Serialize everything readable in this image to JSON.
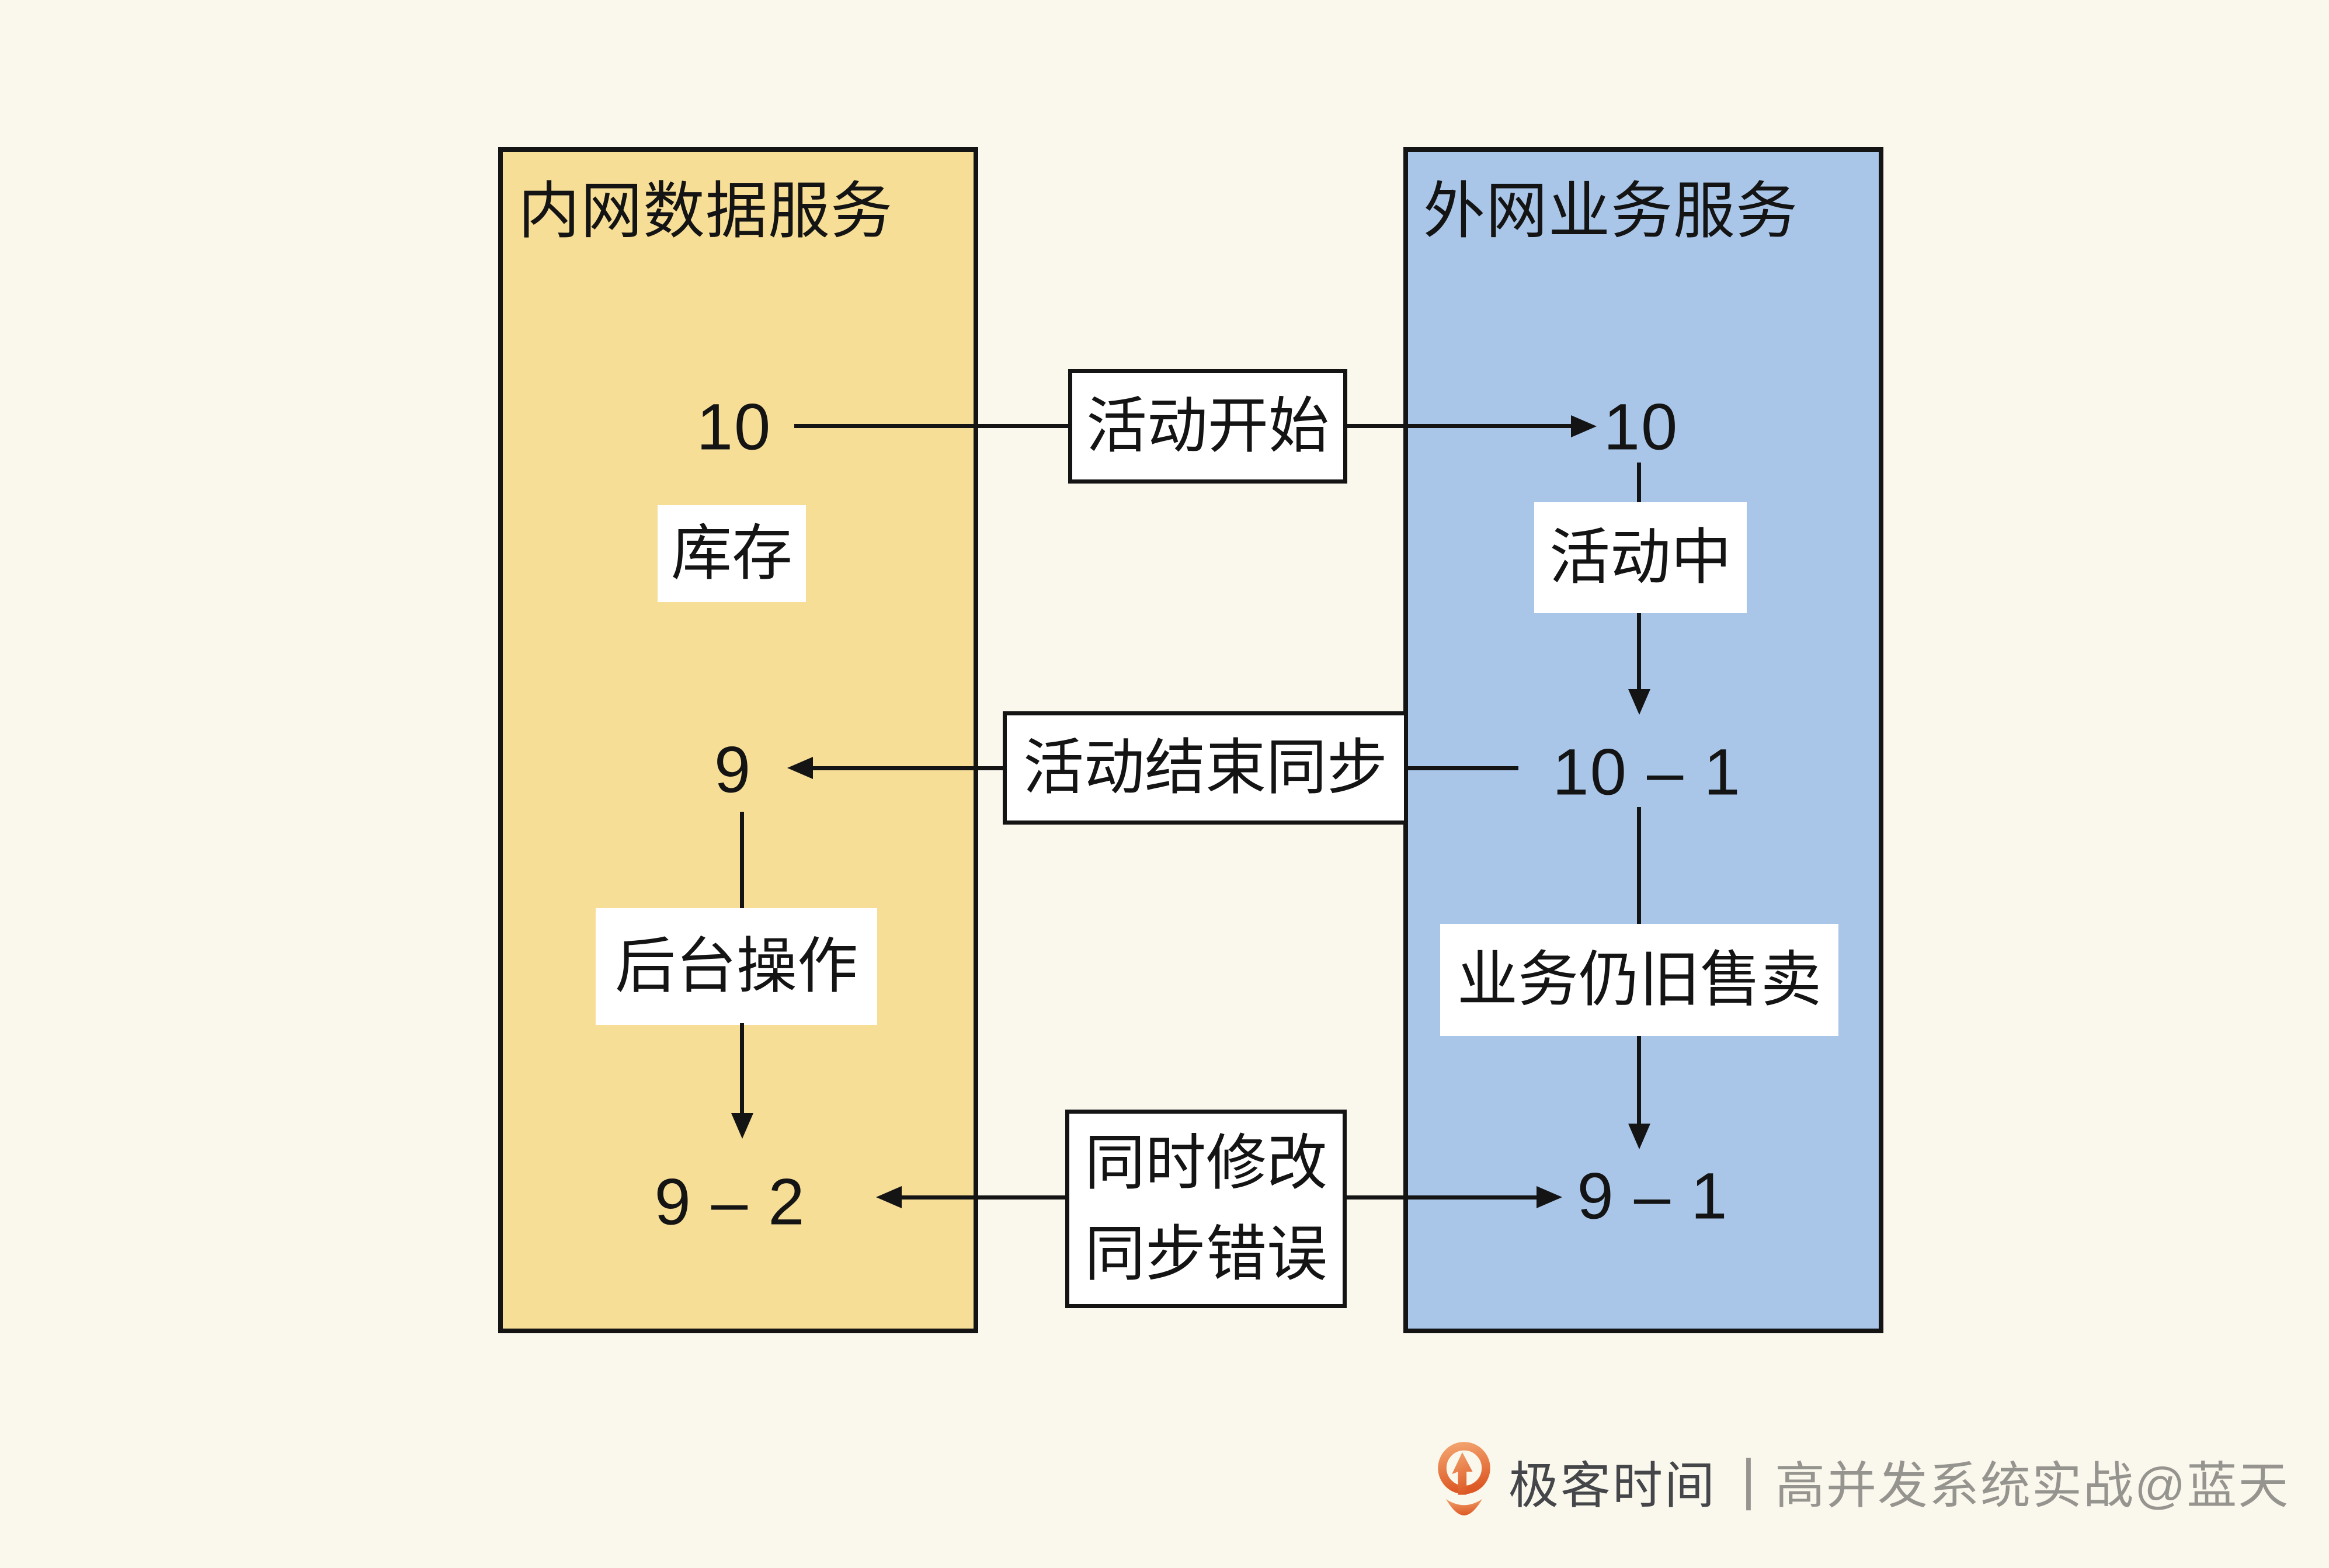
{
  "diagram": {
    "left_panel": {
      "title": "内网数据服务",
      "stock_initial": "10",
      "stock_label": "库存",
      "stock_after_sync": "9",
      "backend_label": "后台操作",
      "stock_final": "9 – 2"
    },
    "right_panel": {
      "title": "外网业务服务",
      "stock_initial": "10",
      "activity_label": "活动中",
      "stock_during": "10 – 1",
      "selling_label": "业务仍旧售卖",
      "stock_final": "9 – 1"
    },
    "connectors": {
      "activity_start": "活动开始",
      "activity_end_sync": "活动结束同步",
      "simultaneous_line1": "同时修改",
      "simultaneous_line2": "同步错误"
    }
  },
  "footer": {
    "logo_icon": "geektime-logo",
    "brand": "极客时间",
    "separator": "|",
    "credit": "高并发系统实战@蓝天"
  },
  "colors": {
    "background": "#FAF8EC",
    "left_panel_fill": "#F7DE96",
    "right_panel_fill": "#A9C6E9",
    "line": "#141414",
    "label_bg": "#FFFFFF",
    "brand_text": "#45464A",
    "credit_text": "#96948F",
    "logo_orange_dark": "#DD5A26",
    "logo_orange_light": "#F2A06B"
  }
}
